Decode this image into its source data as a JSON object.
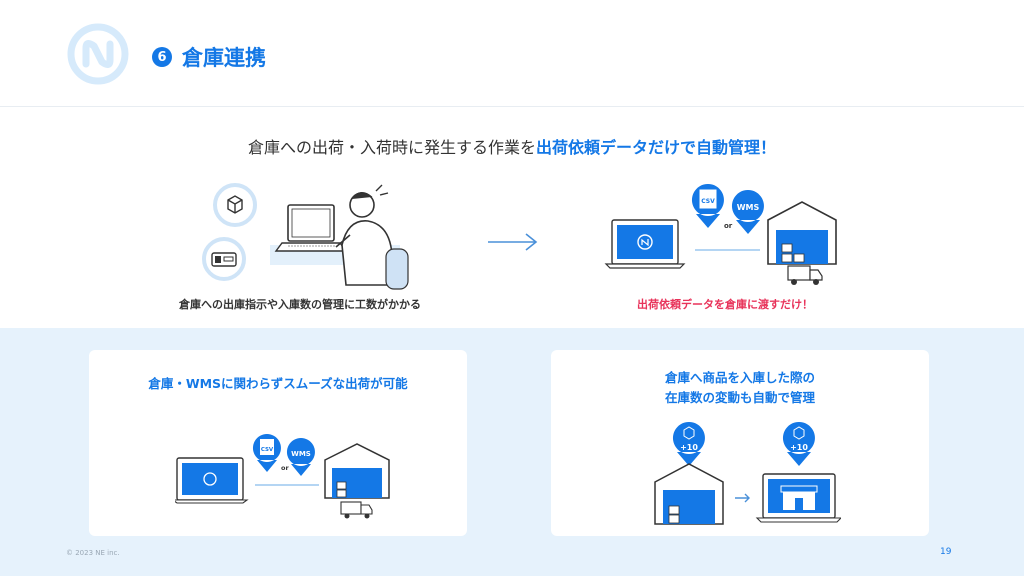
{
  "header": {
    "badge": "6",
    "title": "倉庫連携"
  },
  "headline": {
    "prefix": "倉庫への出荷・入荷時に発生する作業を",
    "highlight": "出荷依頼データだけで自動管理！"
  },
  "before": {
    "caption": "倉庫への出庫指示や入庫数の管理に工数がかかる"
  },
  "after": {
    "caption": "出荷依頼データを倉庫に渡すだけ！",
    "file_label": "CSV",
    "or_label": "or",
    "wms_label": "WMS"
  },
  "card1": {
    "title": "倉庫・WMSに関わらずスムーズな出荷が可能",
    "file_label": "CSV",
    "or_label": "or",
    "wms_label": "WMS"
  },
  "card2": {
    "title_line1": "倉庫へ商品を入庫した際の",
    "title_line2": "在庫数の変動も自動で管理",
    "badge1": "+10",
    "badge2": "+10"
  },
  "footer": {
    "copyright": "© 2023 NE inc.",
    "page": "19"
  },
  "colors": {
    "primary": "#1478e6",
    "accent_red": "#e8335a",
    "panel_bg": "#e6f2fc"
  }
}
